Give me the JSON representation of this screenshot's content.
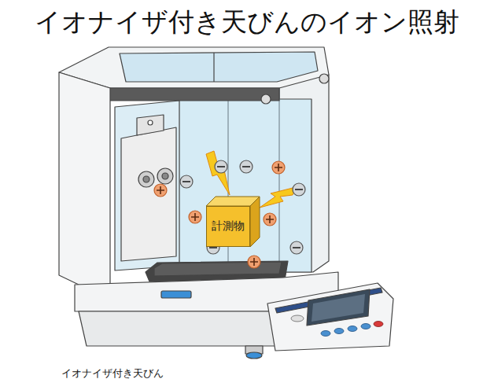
{
  "diagram": {
    "title": "イオナイザ付き天びんのイオン照射",
    "caption": "イオナイザ付き天びん",
    "nodes": [
      {
        "text": [
          "計測物"
        ]
      }
    ]
  }
}
